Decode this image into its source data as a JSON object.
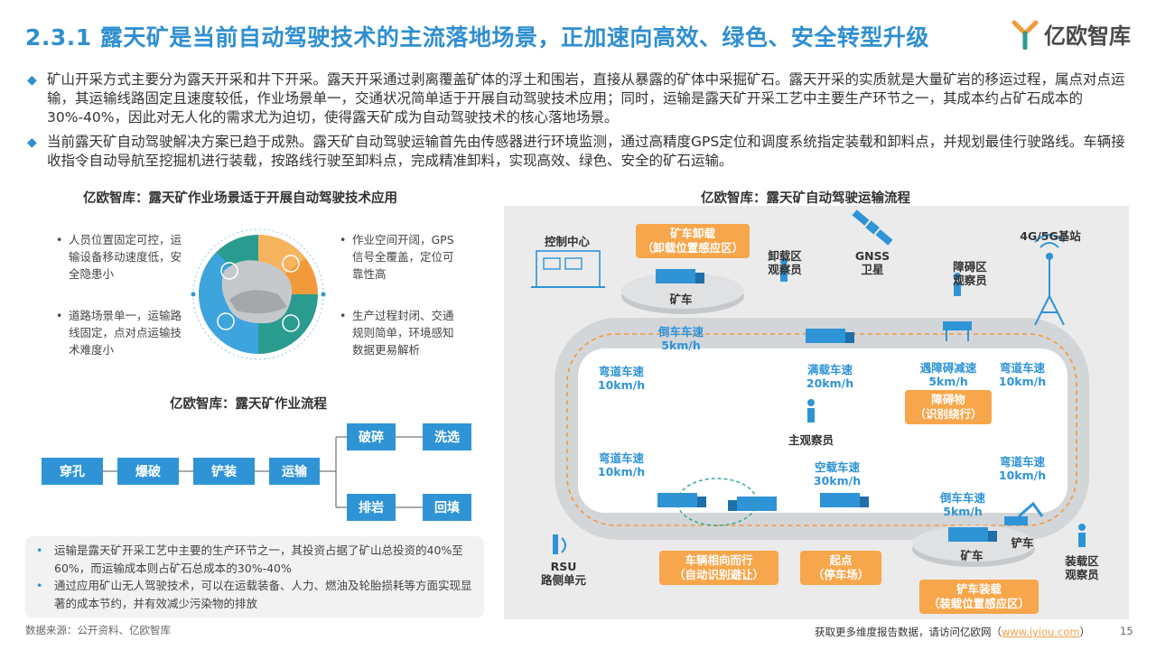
{
  "header": {
    "title": "2.3.1 露天矿是当前自动驾驶技术的主流落地场景，正加速向高效、绿色、安全转型升级",
    "logo_text": "亿欧智库"
  },
  "bullets": [
    "矿山开采方式主要分为露天开采和井下开采。露天开采通过剥离覆盖矿体的浮土和围岩，直接从暴露的矿体中采掘矿石。露天开采的实质就是大量矿岩的移运过程，属点对点运输，其运输线路固定且速度较低，作业场景单一，交通状况简单适于开展自动驾驶技术应用；同时，运输是露天矿开采工艺中主要生产环节之一，其成本约占矿石成本的30%-40%，因此对无人化的需求尤为迫切，使得露天矿成为自动驾驶技术的核心落地场景。",
    "当前露天矿自动驾驶解决方案已趋于成熟。露天矿自动驾驶运输首先由传感器进行环境监测，通过高精度GPS定位和调度系统指定装载和卸料点，并规划最佳行驶路线。车辆接收指令自动导航至挖掘机进行装载，按路线行驶至卸料点，完成精准卸料，实现高效、绿色、安全的矿石运输。"
  ],
  "left": {
    "scene_title": "亿欧智库：露天矿作业场景适于开展自动驾驶技术应用",
    "features": [
      "人员位置固定可控，运输设备移动速度低，安全隐患小",
      "道路场景单一，运输路线固定，点对点运输技术难度小",
      "作业空间开阔，GPS信号全覆盖，定位可靠性高",
      "生产过程封闭、交通规则简单，环境感知数据更易解析"
    ],
    "flow_title": "亿欧智库：露天矿作业流程",
    "flow": {
      "drill": "穿孔",
      "blast": "爆破",
      "load": "铲装",
      "transport": "运输",
      "crush": "破碎",
      "wash": "洗选",
      "dump": "排岩",
      "backfill": "回填"
    },
    "notes": [
      "运输是露天矿开采工艺中主要的生产环节之一，其投资占据了矿山总投资的40%至60%，而运输成本则占矿石总成本的30%-40%",
      "通过应用矿山无人驾驶技术，可以在运载装备、人力、燃油及轮胎损耗等方面实现显著的成本节约，并有效减少污染物的排放"
    ]
  },
  "right": {
    "title": "亿欧智库：露天矿自动驾驶运输流程",
    "control_center": "控制中心",
    "unload_box": [
      "矿车卸载",
      "（卸载位置感应区）"
    ],
    "mine_truck_top": "矿车",
    "unload_observer": [
      "卸载区",
      "观察员"
    ],
    "gnss": [
      "GNSS",
      "卫星"
    ],
    "obstacle_observer": [
      "障碍区",
      "观察员"
    ],
    "base_station": "4G/5G基站",
    "reverse_speed_top": [
      "倒车车速",
      "5km/h"
    ],
    "curve_tl": [
      "弯道车速",
      "10km/h"
    ],
    "full_speed": [
      "满载车速",
      "20km/h"
    ],
    "obstacle_slow": [
      "遇障碍减速",
      "5km/h"
    ],
    "curve_tr": [
      "弯道车速",
      "10km/h"
    ],
    "obstacle_box": [
      "障碍物",
      "（识别绕行）"
    ],
    "main_observer": "主观察员",
    "curve_bl": [
      "弯道车速",
      "10km/h"
    ],
    "empty_speed": [
      "空载车速",
      "30km/h"
    ],
    "curve_br": [
      "弯道车速",
      "10km/h"
    ],
    "reverse_speed_bottom": [
      "倒车车速",
      "5km/h"
    ],
    "rsu": [
      "RSU",
      "路侧单元"
    ],
    "opposite_box": [
      "车辆相向而行",
      "（自动识别避让）"
    ],
    "start_box": [
      "起点",
      "（停车场）"
    ],
    "mine_truck_bottom": "矿车",
    "shovel": "铲车",
    "load_observer": [
      "装载区",
      "观察员"
    ],
    "load_box": [
      "铲车装载",
      "（装载位置感应区）"
    ]
  },
  "footer": {
    "source": "数据来源：公开资料、亿欧智库",
    "text_before": "获取更多维度报告数据，请访问亿欧网（",
    "link": "www.iyiou.com",
    "text_after": "）",
    "page": "15"
  },
  "colors": {
    "accent": "#2f8fd0",
    "orange": "#f7a64b",
    "teal": "#27a59a",
    "gray_bg": "#ebebeb"
  }
}
